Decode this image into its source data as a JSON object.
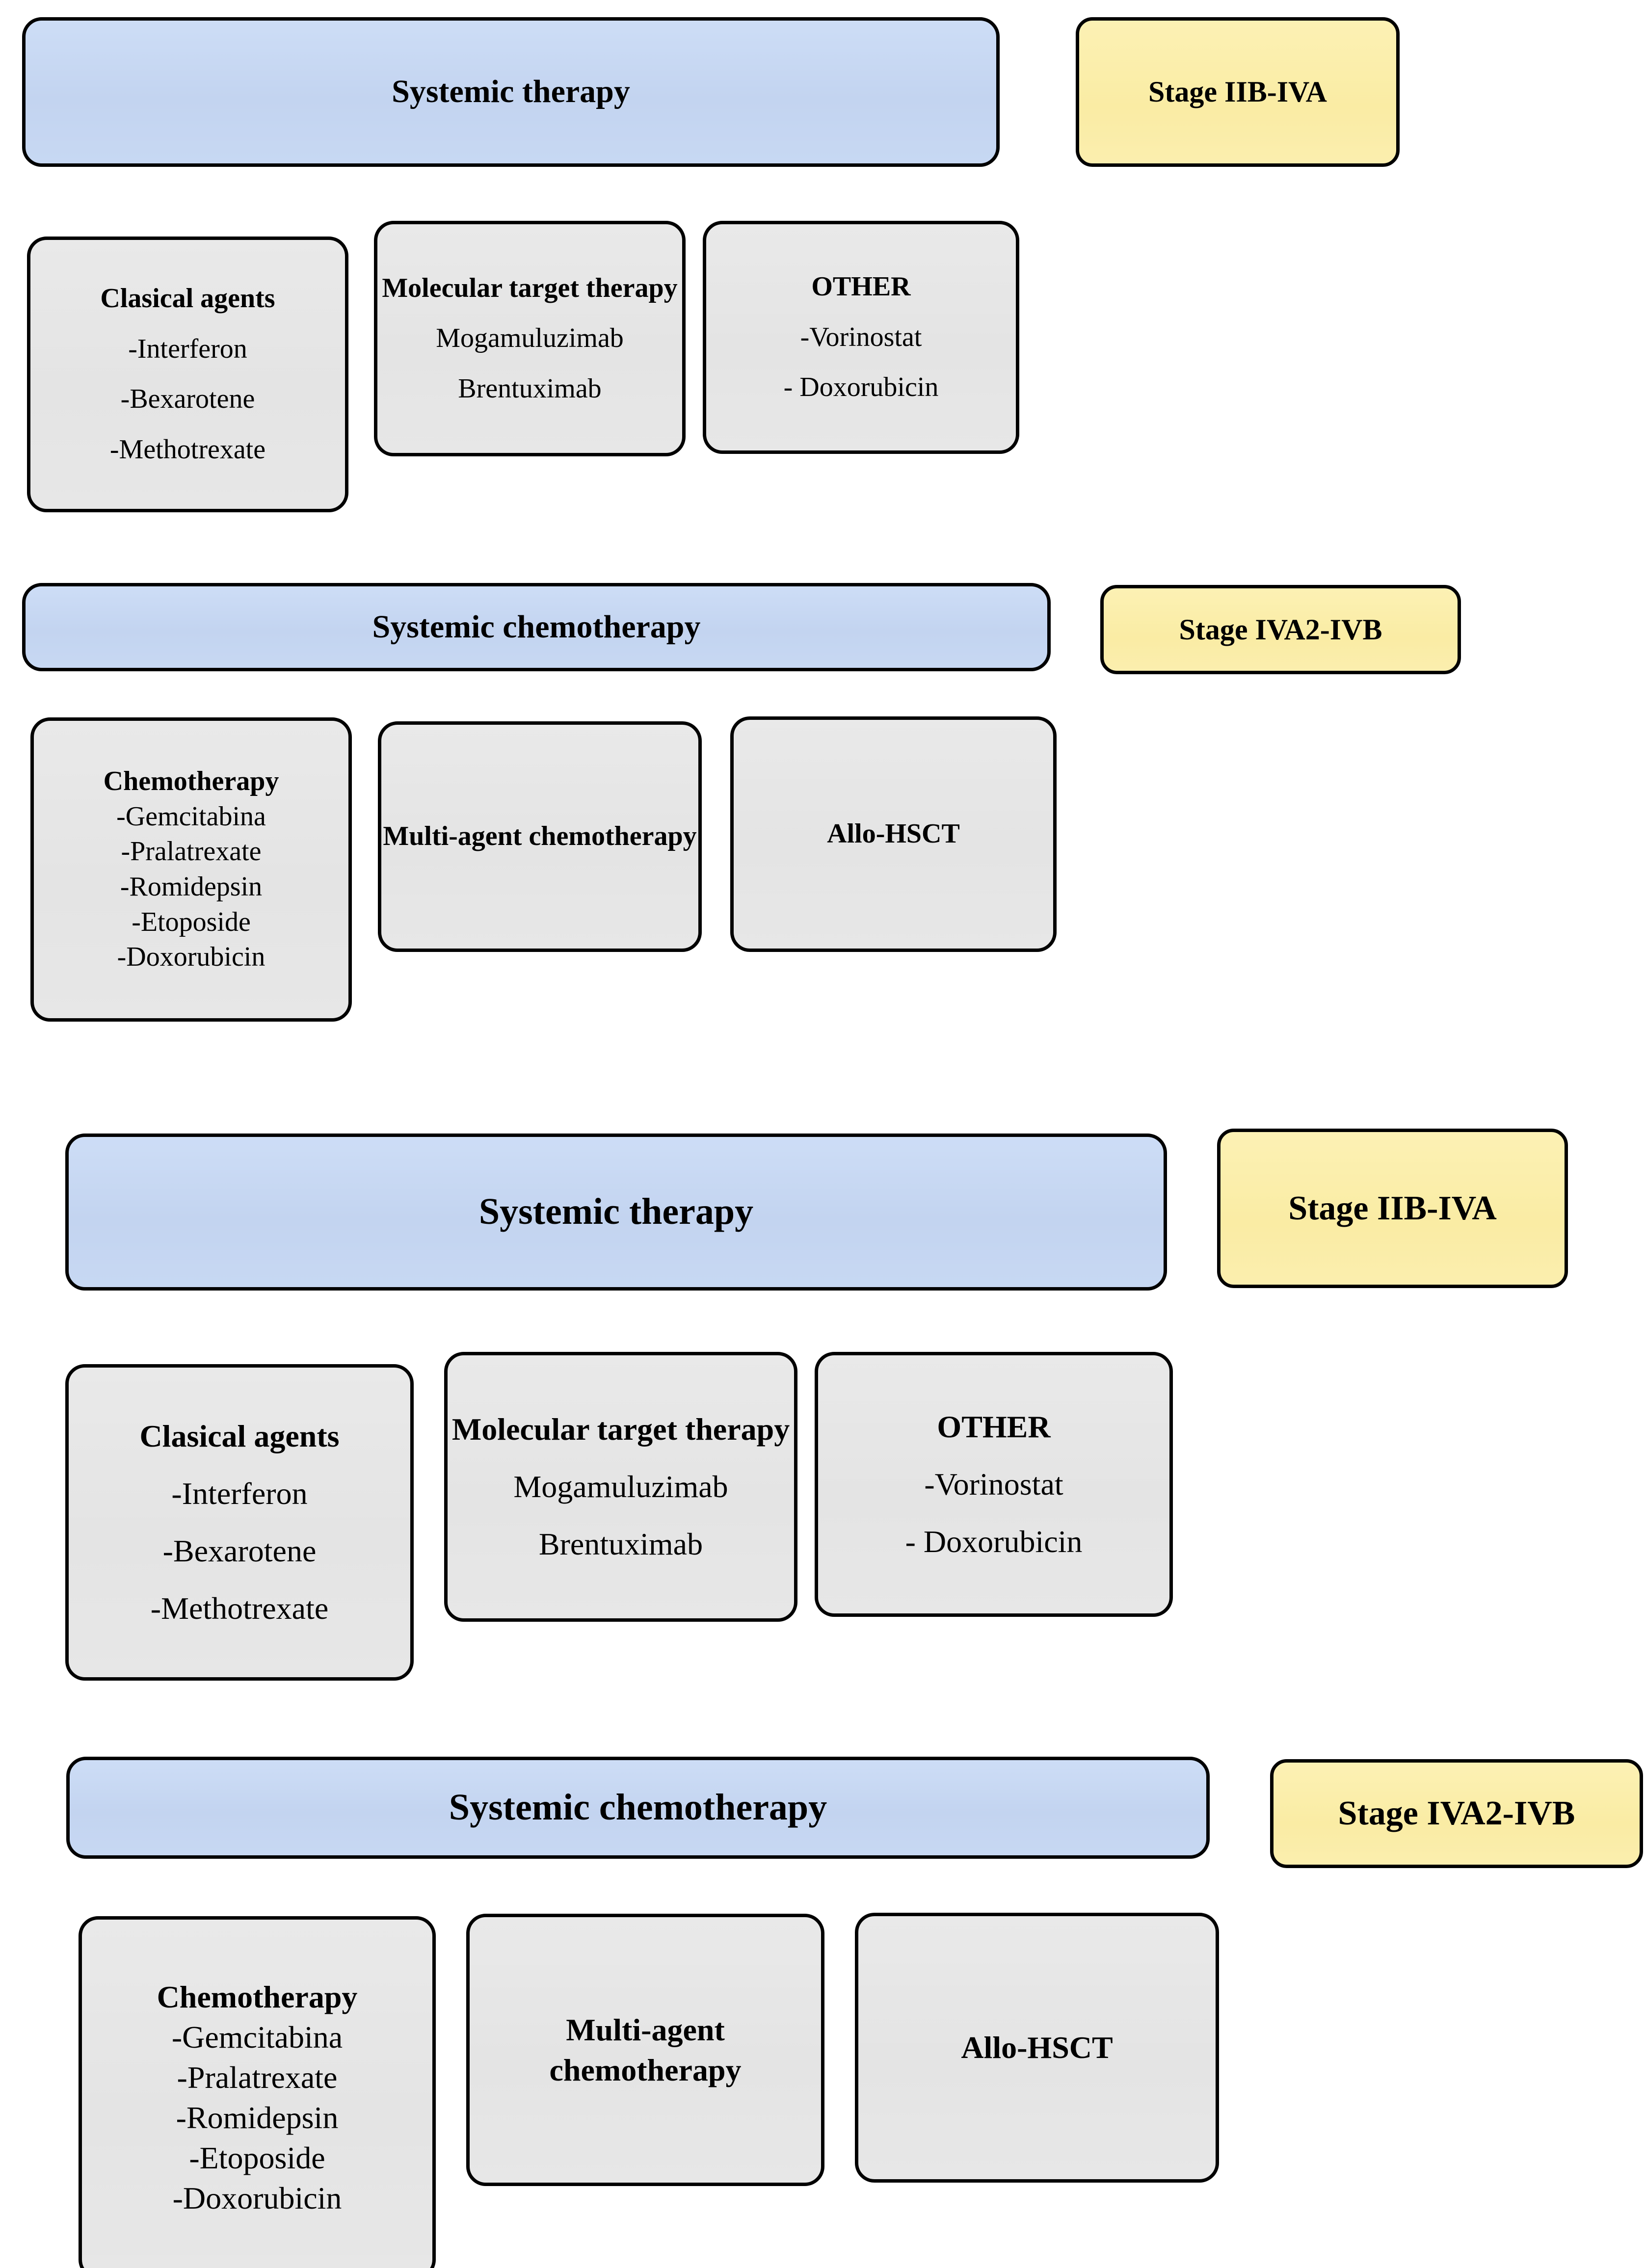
{
  "diagram": {
    "title": "Systemic therapy algorithm for mycosis fungoides / Sezary syndrome by stage",
    "colors": {
      "header_blue": "#c7d8f3",
      "stage_yellow": "#faeca4",
      "option_gray": "#e7e7e7",
      "border_black": "#000000"
    }
  },
  "panels": [
    {
      "id": "upper",
      "sections": [
        {
          "header": "Systemic therapy",
          "stage": "Stage IIB-IVA",
          "options": [
            {
              "title": "Clasical agents",
              "items": [
                "-Interferon",
                "-Bexarotene",
                "-Methotrexate"
              ]
            },
            {
              "title": "Molecular target therapy",
              "items": [
                "Mogamuluzimab",
                "Brentuximab"
              ]
            },
            {
              "title": "OTHER",
              "items": [
                "-Vorinostat",
                "- Doxorubicin"
              ]
            }
          ]
        },
        {
          "header": "Systemic chemotherapy",
          "stage": "Stage IVA2-IVB",
          "options": [
            {
              "title": "Chemotherapy",
              "items": [
                "-Gemcitabina",
                "-Pralatrexate",
                "-Romidepsin",
                "-Etoposide",
                "-Doxorubicin"
              ]
            },
            {
              "title": "Multi-agent chemotherapy",
              "items": []
            },
            {
              "title": "Allo-HSCT",
              "items": []
            }
          ]
        }
      ]
    },
    {
      "id": "lower",
      "sections": [
        {
          "header": "Systemic therapy",
          "stage": "Stage IIB-IVA",
          "options": [
            {
              "title": "Clasical agents",
              "items": [
                "-Interferon",
                "-Bexarotene",
                "-Methotrexate"
              ]
            },
            {
              "title": "Molecular target therapy",
              "items": [
                "Mogamuluzimab",
                "Brentuximab"
              ]
            },
            {
              "title": "OTHER",
              "items": [
                "-Vorinostat",
                "- Doxorubicin"
              ]
            }
          ]
        },
        {
          "header": "Systemic chemotherapy",
          "stage": "Stage IVA2-IVB",
          "options": [
            {
              "title": "Chemotherapy",
              "items": [
                "-Gemcitabina",
                "-Pralatrexate",
                "-Romidepsin",
                "-Etoposide",
                "-Doxorubicin"
              ]
            },
            {
              "title": "Multi-agent chemotherapy",
              "items": []
            },
            {
              "title": "Allo-HSCT",
              "items": []
            }
          ]
        }
      ]
    }
  ]
}
